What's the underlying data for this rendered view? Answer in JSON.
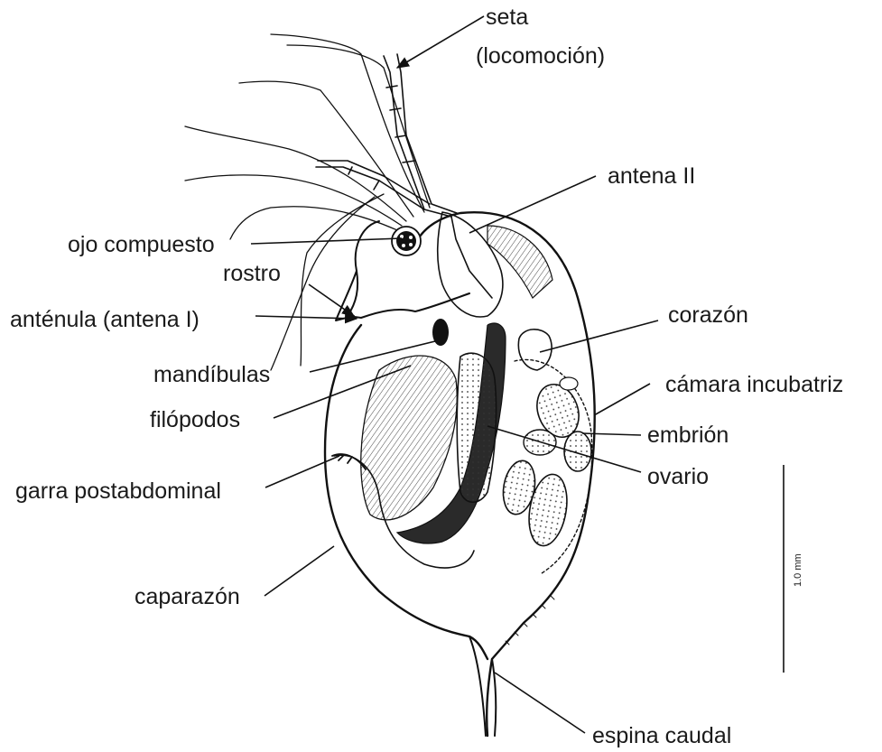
{
  "labels": {
    "seta": "seta",
    "locomocion": "(locomoción)",
    "antena_ii": "antena II",
    "ojo_compuesto": "ojo compuesto",
    "rostro": "rostro",
    "antenula": "anténula (antena I)",
    "corazon": "corazón",
    "mandibulas": "mandíbulas",
    "camara_incubatriz": "cámara incubatriz",
    "filopodos": "filópodos",
    "embrion": "embrión",
    "ovario": "ovario",
    "garra_postabdominal": "garra postabdominal",
    "caparazon": "caparazón",
    "espina_caudal": "espina caudal"
  },
  "scale_bar": {
    "label": "1.0 mm"
  }
}
